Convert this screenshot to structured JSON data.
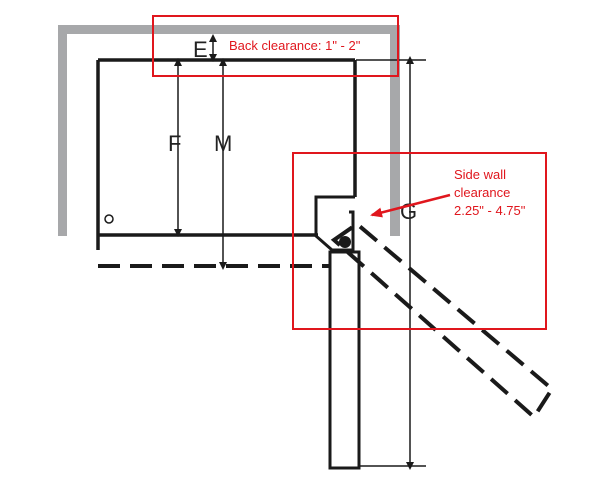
{
  "colors": {
    "wall": "#a7a8aa",
    "line": "#1a1a1a",
    "callout": "#e0161d",
    "background": "#ffffff"
  },
  "labels": {
    "E": "E",
    "F": "F",
    "M": "M",
    "G": "G"
  },
  "callouts": {
    "back": "Back clearance: 1\" - 2\"",
    "side_line1": "Side wall",
    "side_line2": "clearance",
    "side_line3": "2.25\" - 4.75\""
  }
}
